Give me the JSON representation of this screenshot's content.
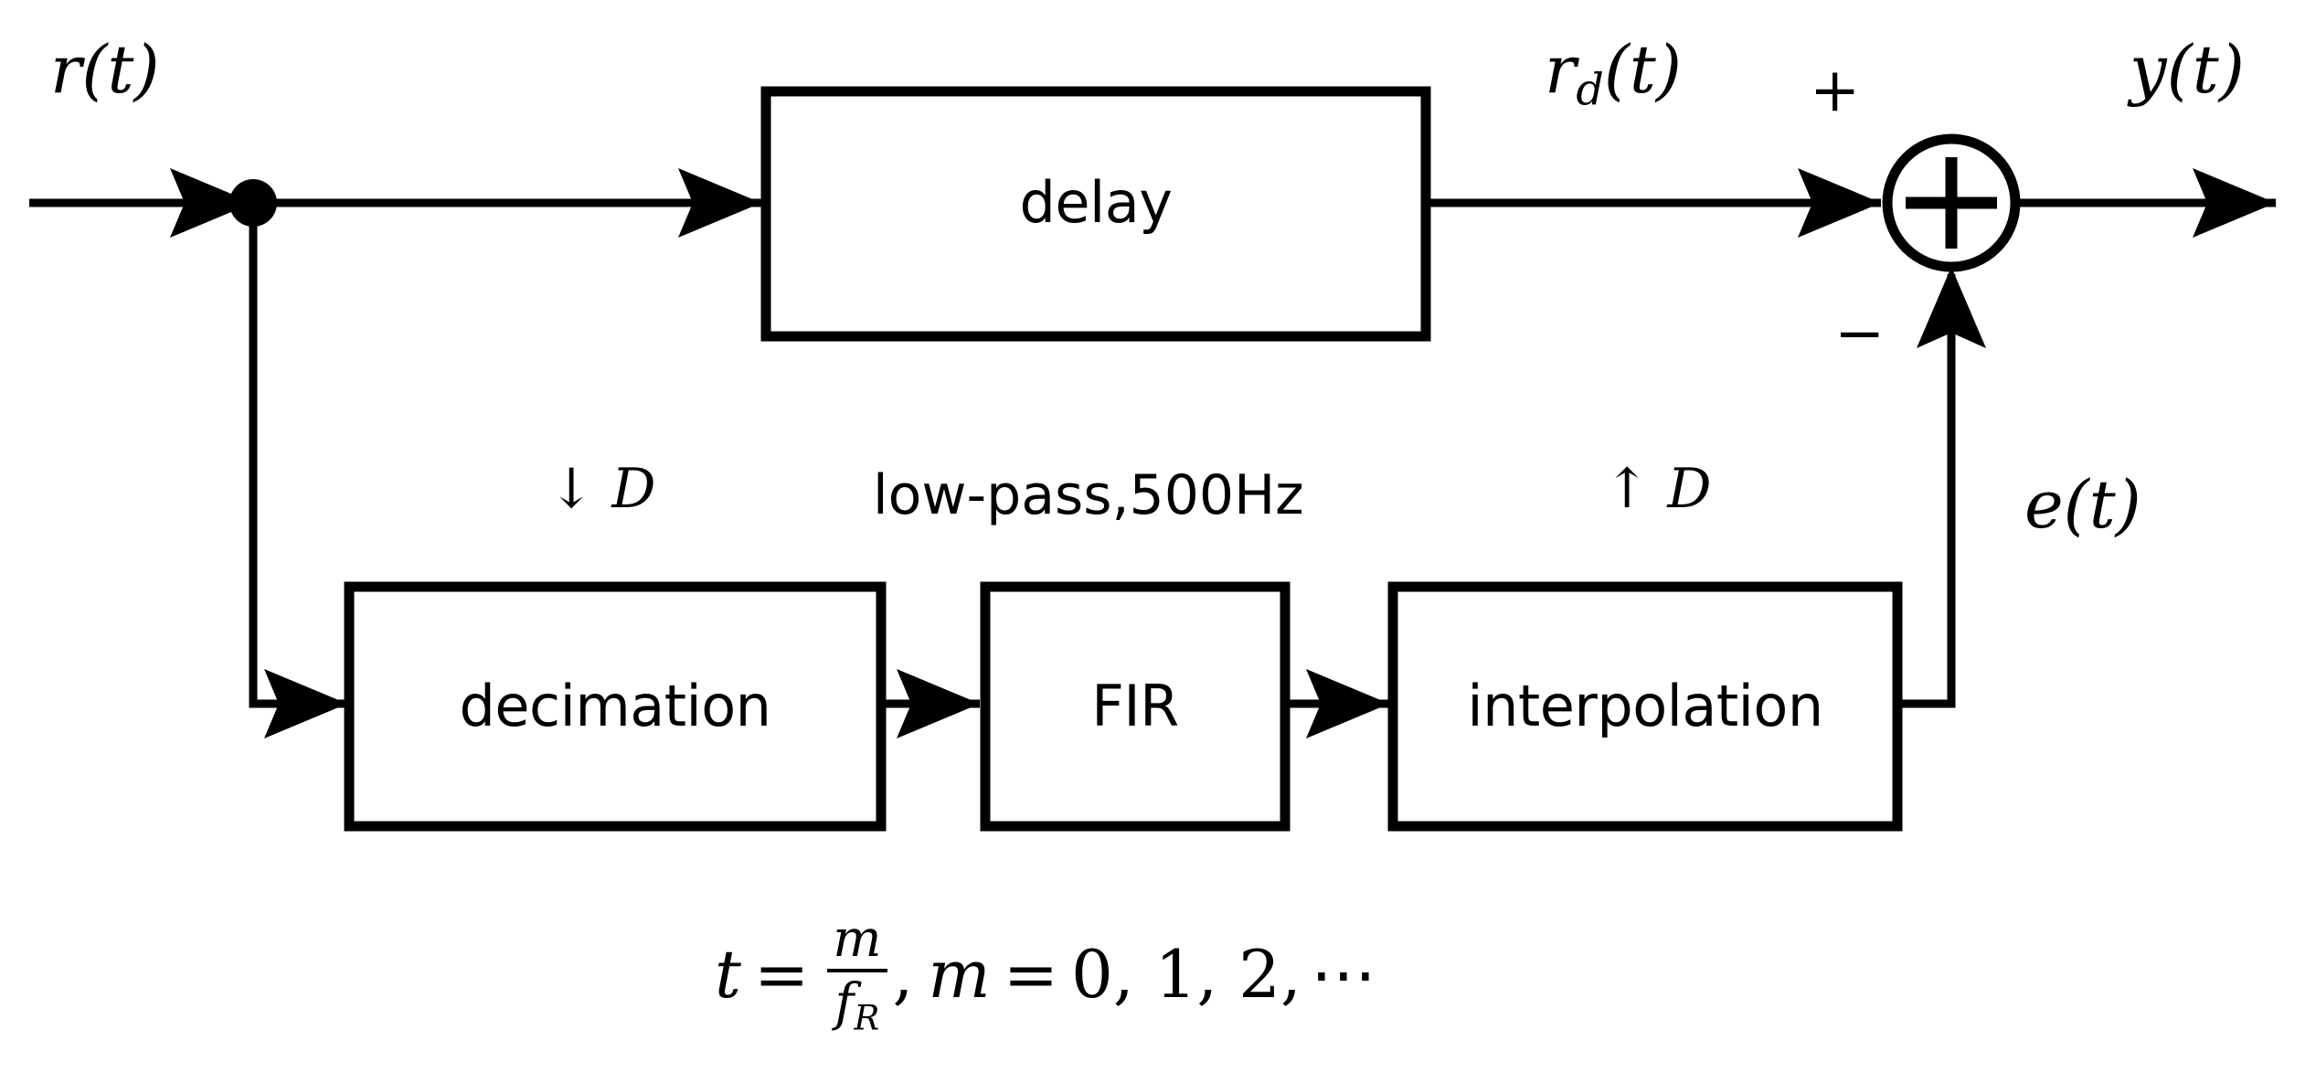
{
  "diagram": {
    "title": "Decimation-FIR-Interpolation error cancellation block diagram",
    "background_color": "#ffffff",
    "line_color": "#000000",
    "blocks": [
      {
        "id": "delay",
        "label": "delay"
      },
      {
        "id": "decimation",
        "label": "decimation"
      },
      {
        "id": "fir",
        "label": "FIR"
      },
      {
        "id": "interpolation",
        "label": "interpolation"
      }
    ],
    "signals": {
      "input": "r(t)",
      "delayed": "r",
      "delayed_sub": "d",
      "delayed_suffix": "(t)",
      "error": "e(t)",
      "output": "y(t)"
    },
    "summing_junction": {
      "operator": "+",
      "positive_sign": "+",
      "negative_sign": "−"
    },
    "annotations": {
      "decimation_rate": "↓ D",
      "filter_spec": "low-pass,500Hz",
      "interpolation_rate": "↑ D"
    },
    "time_formula": {
      "lhs": "t",
      "equals": "=",
      "numerator": "m",
      "denominator_base": "f",
      "denominator_sub": "R",
      "comma": ",",
      "index_var": "m",
      "index_equals": "=",
      "index_values": "0, 1, 2,",
      "ellipsis": "⋯"
    }
  }
}
